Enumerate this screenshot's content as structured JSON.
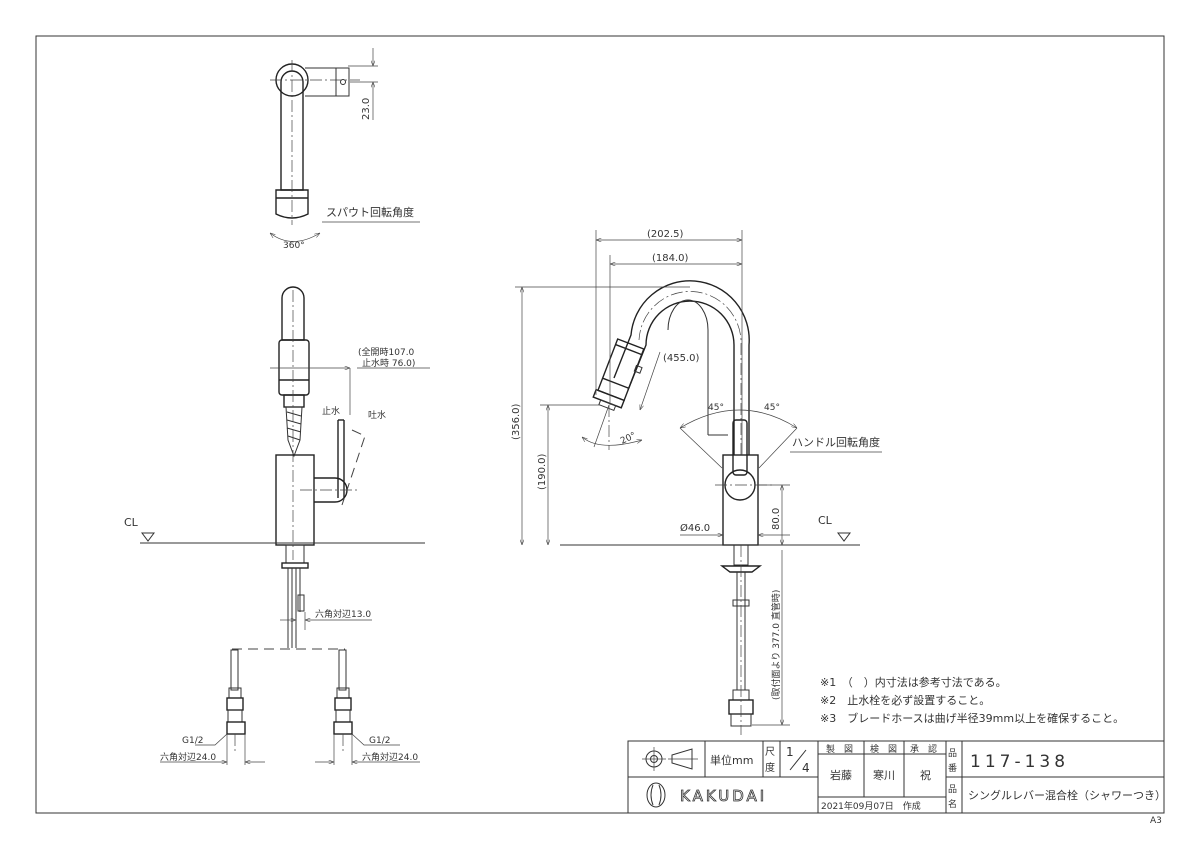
{
  "sheet_size": "A3",
  "top_view": {
    "dim_23": "23.0",
    "spout_rotation_label": "スパウト回転角度",
    "spout_rotation_angle": "360°"
  },
  "front_view": {
    "full_open_label": "(全開時107.0",
    "stop_label": "止水時  76.0)",
    "stop_water": "止水",
    "discharge_water": "吐水",
    "cl_label": "CL",
    "hex_13": "六角対辺13.0",
    "g_left": "G1/2",
    "g_right": "G1/2",
    "hex_24_left": "六角対辺24.0",
    "hex_24_right": "六角対辺24.0"
  },
  "side_view": {
    "dim_202_5": "(202.5)",
    "dim_184": "(184.0)",
    "dim_356": "(356.0)",
    "dim_190": "(190.0)",
    "dim_455": "(455.0)",
    "angle_20": "20°",
    "angle_45_left": "45°",
    "angle_45_right": "45°",
    "handle_rotation_label": "ハンドル回転角度",
    "dim_80": "80.0",
    "dim_46": "Ø46.0",
    "dim_377": "(取付面より 377.0 直管時)",
    "cl_label": "CL"
  },
  "notes": [
    "※1　（　）内寸法は参考寸法である。",
    "※2　止水栓を必ず設置すること。",
    "※3　ブレードホースは曲げ半径39mm以上を確保すること。"
  ],
  "title_block": {
    "unit": "単位mm",
    "scale_label_1": "尺",
    "scale_label_2": "度",
    "scale_num": "1",
    "scale_den": "4",
    "drawn_header": "製　図",
    "checked_header": "検　図",
    "approved_header": "承　認",
    "drawn_by": "岩藤",
    "checked_by": "寒川",
    "approved_by": "祝",
    "date": "2021年09月07日　作成",
    "part_no_label_1": "品",
    "part_no_label_2": "番",
    "part_no": "117-138",
    "name_label_1": "品",
    "name_label_2": "名",
    "product_name": "シングルレバー混合栓（シャワーつき）",
    "logo_text": "KAKUDAI"
  }
}
